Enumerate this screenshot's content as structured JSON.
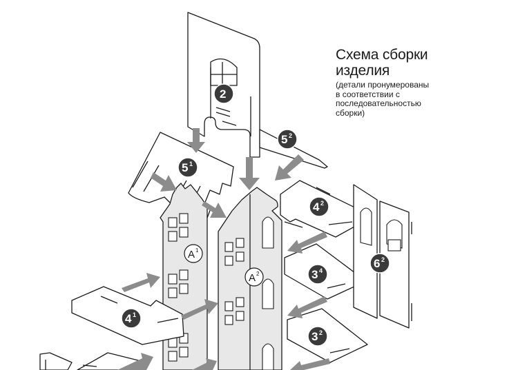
{
  "caption": {
    "title_line1": "Схема сборки",
    "title_line2": "изделия",
    "subtitle_line1": "(детали пронумерованы",
    "subtitle_line2": "в соответствии с",
    "subtitle_line3": "последовательностью",
    "subtitle_line4": "сборки)"
  },
  "parts": {
    "p2": {
      "num": "2",
      "sup": ""
    },
    "p51": {
      "num": "5",
      "sup": "1"
    },
    "p52": {
      "num": "5",
      "sup": "2"
    },
    "p42": {
      "num": "4",
      "sup": "2"
    },
    "p62": {
      "num": "6",
      "sup": "2"
    },
    "p34": {
      "num": "3",
      "sup": "4"
    },
    "p32": {
      "num": "3",
      "sup": "2"
    },
    "p41": {
      "num": "4",
      "sup": "1"
    }
  },
  "walls": {
    "a1": {
      "letter": "A",
      "sup": "1"
    },
    "a2": {
      "letter": "A",
      "sup": "2"
    }
  },
  "colors": {
    "line": "#1a1a1a",
    "wall_fill": "#e8e8e8",
    "arrow": "#8c8c8c",
    "badge": "#3a3a3a"
  }
}
